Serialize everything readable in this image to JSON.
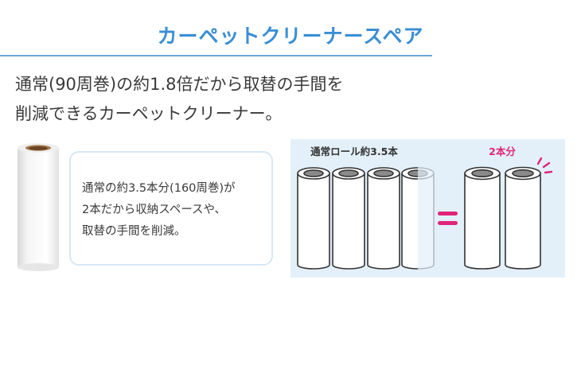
{
  "header": {
    "title": "カーペットクリーナースペア"
  },
  "lead": {
    "line1": "通常(90周巻)の約1.8倍だから取替の手間を",
    "line2": "削減できるカーペットクリーナー。"
  },
  "note": {
    "line1": "通常の約3.5本分(160周巻)が",
    "line2": "2本だから収納スペースや、",
    "line3": "取替の手間を削減。"
  },
  "comparison": {
    "regular_label": "通常ロール約3.5本",
    "spare_label": "2本分",
    "equals_sign": "="
  },
  "colors": {
    "title_blue": "#3a8ed6",
    "rule_blue": "#6aa8de",
    "panel_bg": "#e3f0f9",
    "accent_pink": "#e0247a",
    "box_border": "#d6e8f5"
  }
}
